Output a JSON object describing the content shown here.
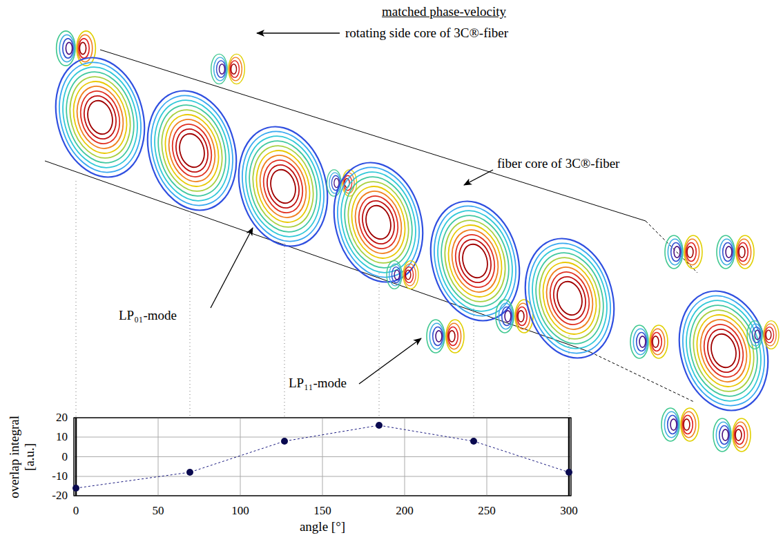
{
  "diagram": {
    "title": "matched phase-velocity",
    "labels": [
      "rotating side core of 3C®-fiber",
      "fiber core of 3C®-fiber",
      "LP₀₁-mode",
      "LP₁₁-mode",
      "20",
      "10",
      "0",
      "-10",
      "-20",
      "0",
      "50",
      "100",
      "150",
      "200",
      "250",
      "300",
      "overlap integral [a.u.]",
      "angle [°]"
    ]
  }
}
